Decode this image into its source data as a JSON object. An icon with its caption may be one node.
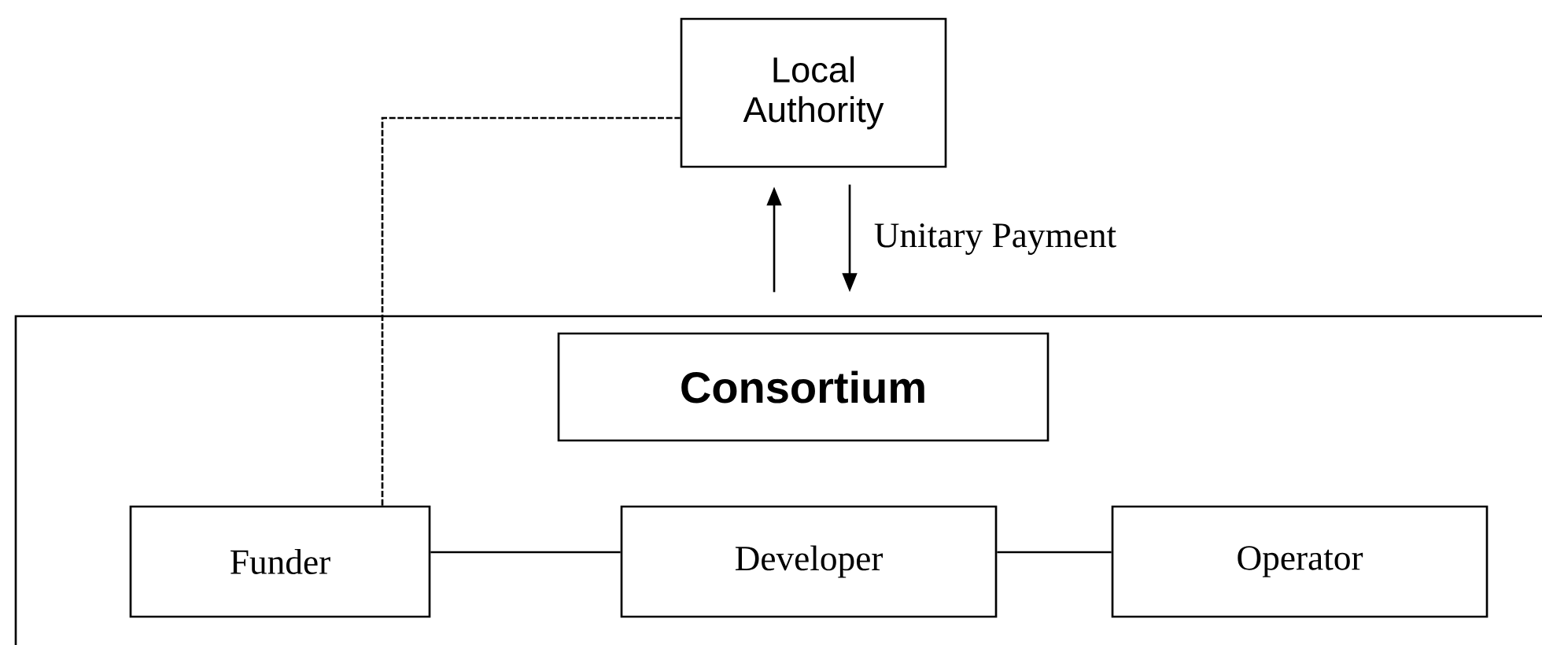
{
  "diagram": {
    "nodes": [
      {
        "text": [
          "Local Authority"
        ]
      },
      {
        "text": [],
        "shape": "box"
      },
      {
        "text": [
          "Consortium"
        ],
        "in": 1
      },
      {
        "text": [
          "Funder"
        ],
        "in": 1
      },
      {
        "text": [
          "Developer"
        ],
        "in": 1
      },
      {
        "text": [
          "Operator"
        ],
        "in": 1
      }
    ],
    "edges": [
      {
        "from": 1,
        "to": 0,
        "arrow": "to"
      },
      {
        "from": 0,
        "to": 1,
        "arrow": "to",
        "label": "Unitary Payment"
      },
      {
        "from": 3,
        "to": 0,
        "arrow": "none",
        "style": "dashed"
      },
      {
        "from": 3,
        "to": 4,
        "arrow": "none"
      },
      {
        "from": 4,
        "to": 5,
        "arrow": "none"
      }
    ]
  }
}
